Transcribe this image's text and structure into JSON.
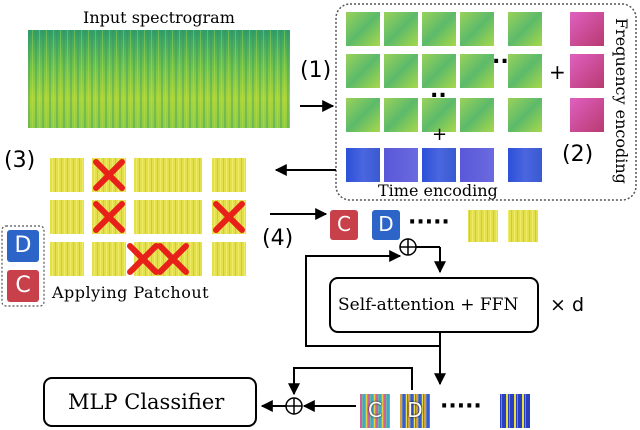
{
  "labels": {
    "input_spectrogram": "Input spectrogram",
    "frequency_encoding": "Frequency encoding",
    "time_encoding": "Time encoding",
    "applying_patchout": "Applying Patchout",
    "self_attention": "Self-attention + FFN",
    "times_d": "× d",
    "mlp_classifier": "MLP Classifier",
    "step1": "(1)",
    "step2": "(2)",
    "step3": "(3)",
    "step4": "(4)",
    "plus": "+",
    "ellipsis_dots": "..",
    "seq_dots": "·····",
    "token_d": "D",
    "token_c": "C",
    "oplus": "⊕"
  },
  "colors": {
    "token_d": "#2d64c8",
    "token_c": "#c8404a",
    "patchout_x": "#e8201a",
    "patch_yellow": "#e2de48",
    "patch_green": "#7ec860",
    "freq_pink": "#c8409a",
    "time_blue": "#3050d0"
  },
  "icons": [
    "cross-icon",
    "oplus-icon",
    "arrow-icon"
  ]
}
